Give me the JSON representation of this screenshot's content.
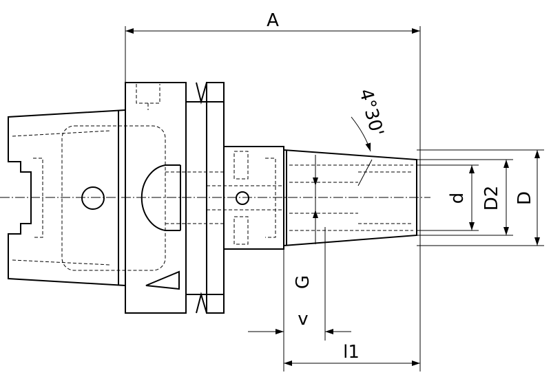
{
  "drawing": {
    "labels": {
      "A": "A",
      "angle": "4°30'",
      "d": "d",
      "D2": "D2",
      "D": "D",
      "G": "G",
      "v": "v",
      "l1": "l1"
    }
  }
}
